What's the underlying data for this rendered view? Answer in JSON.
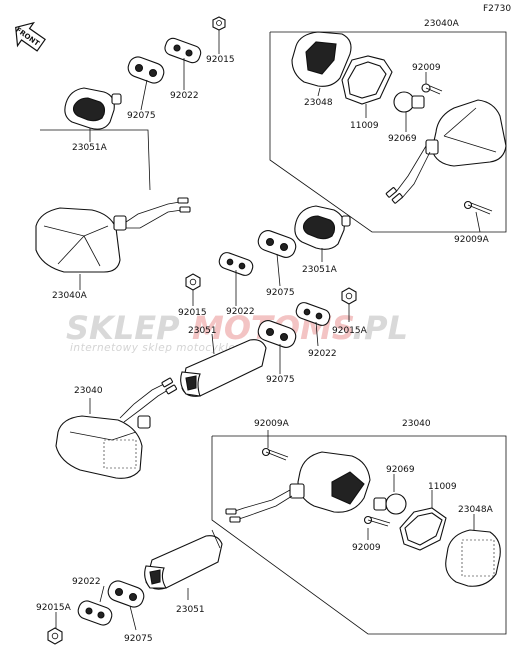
{
  "figure_code": "F2730",
  "front_arrow": "FRONT",
  "watermark": {
    "part1": "SKLEP",
    "part2": "MOTOMS",
    "part3": ".PL",
    "tagline": "internetowy sklep motocyklowy"
  },
  "labels": {
    "p92015_top": "92015",
    "p92022_top": "92022",
    "p92075_top": "92075",
    "p23051A_top": "23051A",
    "p23040A_box": "23040A",
    "p92009_top": "92009",
    "p23048": "23048",
    "p11009_top": "11009",
    "p92069_top": "92069",
    "p92009A_right": "92009A",
    "p23040A_left": "23040A",
    "p23051A_mid": "23051A",
    "p92075_mid": "92075",
    "p92022_mid": "92022",
    "p92015_mid": "92015",
    "p23051_mid": "23051",
    "p92015A_mid": "92015A",
    "p92022_mid2": "92022",
    "p92075_mid2": "92075",
    "p23040_left": "23040",
    "p92009A_low": "92009A",
    "p23040_box": "23040",
    "p92069_low": "92069",
    "p11009_low": "11009",
    "p23048A": "23048A",
    "p92009_low": "92009",
    "p92022_bot": "92022",
    "p92015A_bot": "92015A",
    "p23051_bot": "23051",
    "p92075_bot": "92075"
  }
}
